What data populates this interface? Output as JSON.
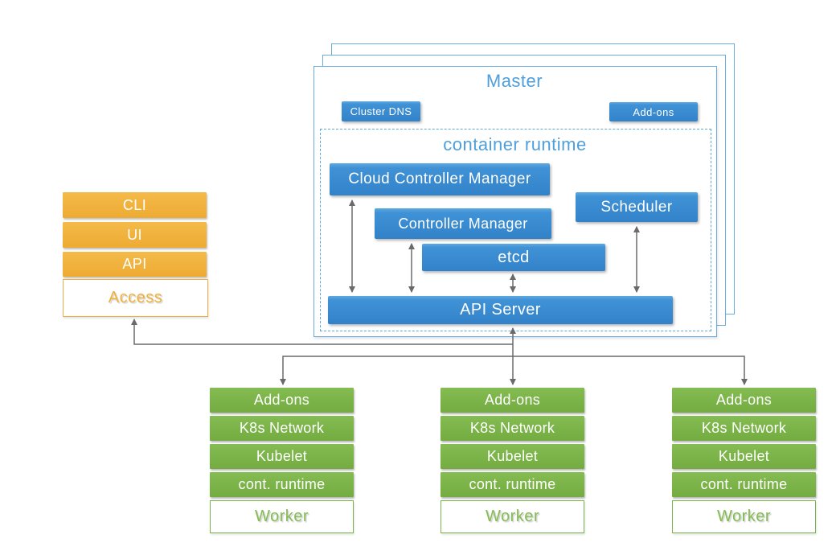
{
  "master": {
    "title": "Master",
    "cluster_dns_label": "Cluster DNS",
    "addons_label": "Add-ons",
    "container_runtime": {
      "title": "container runtime",
      "cloud_controller_manager": "Cloud Controller Manager",
      "controller_manager": "Controller Manager",
      "scheduler": "Scheduler",
      "etcd": "etcd",
      "api_server": "API Server"
    }
  },
  "access_stack": {
    "rows": [
      "CLI",
      "UI",
      "API"
    ],
    "base_label": "Access"
  },
  "workers": [
    {
      "rows": [
        "Add-ons",
        "K8s Network",
        "Kubelet",
        "cont. runtime"
      ],
      "base_label": "Worker"
    },
    {
      "rows": [
        "Add-ons",
        "K8s Network",
        "Kubelet",
        "cont. runtime"
      ],
      "base_label": "Worker"
    },
    {
      "rows": [
        "Add-ons",
        "K8s Network",
        "Kubelet",
        "cont. runtime"
      ],
      "base_label": "Worker"
    }
  ],
  "colors": {
    "component_blue": "#3282C9",
    "master_border_blue": "#6CACDC",
    "title_text_blue": "#4E9FDC",
    "access_orange": "#F0B13C",
    "worker_green": "#7AB348",
    "arrow_gray": "#6A6A6A"
  }
}
